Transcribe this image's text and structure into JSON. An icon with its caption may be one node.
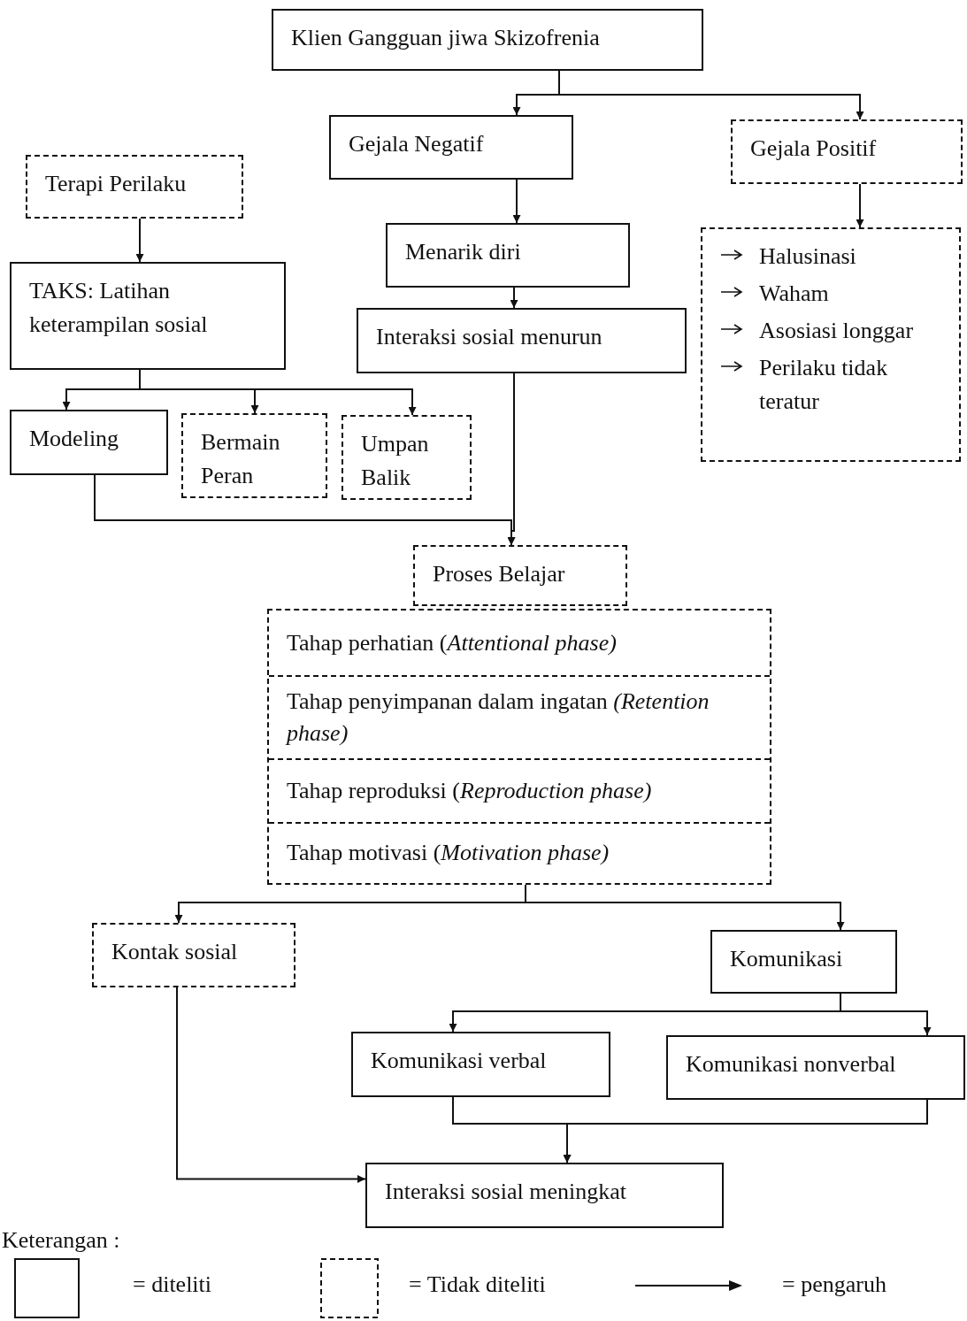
{
  "diagram": {
    "nodes": [
      {
        "text": [
          "Klien Gangguan jiwa Skizofrenia"
        ]
      },
      {
        "text": [
          "Gejala Negatif"
        ]
      },
      {
        "text": [
          "Gejala Positif"
        ]
      },
      {
        "text": [
          "Terapi Perilaku"
        ]
      },
      {
        "text": [
          "Menarik diri"
        ]
      },
      {
        "text": [
          "Halusinasi",
          "Waham",
          "Asosiasi longgar",
          "Perilaku tidak teratur"
        ]
      },
      {
        "text": [
          "TAKS: Latihan keterampilan sosial"
        ]
      },
      {
        "text": [
          "Interaksi sosial menurun"
        ]
      },
      {
        "text": [
          "Modeling"
        ]
      },
      {
        "text": [
          "Bermain Peran"
        ]
      },
      {
        "text": [
          "Umpan Balik"
        ]
      },
      {
        "text": [
          "Proses Belajar"
        ]
      },
      {
        "text": [],
        "shape": "box"
      },
      {
        "text": [
          "Tahap perhatian (*Attentional phase)*"
        ],
        "in": 12
      },
      {
        "text": [
          "Tahap penyimpanan dalam ingatan *(Retention phase)*"
        ],
        "in": 12
      },
      {
        "text": [
          "Tahap reproduksi (*Reproduction phase)*"
        ],
        "in": 12
      },
      {
        "text": [
          "Tahap motivasi (*Motivation phase)*"
        ],
        "in": 12
      },
      {
        "text": [
          "Kontak sosial"
        ]
      },
      {
        "text": [
          "Komunikasi"
        ]
      },
      {
        "text": [
          "Komunikasi verbal"
        ]
      },
      {
        "text": [
          "Komunikasi nonverbal"
        ]
      },
      {
        "text": [
          "Interaksi sosial meningkat"
        ]
      }
    ],
    "edges": [
      {
        "from": 0,
        "to": 1,
        "arrow": "to"
      },
      {
        "from": 0,
        "to": 2,
        "arrow": "to"
      },
      {
        "from": 1,
        "to": 4,
        "arrow": "to"
      },
      {
        "from": 2,
        "to": 5,
        "arrow": "to"
      },
      {
        "from": 3,
        "to": 6,
        "arrow": "to"
      },
      {
        "from": 4,
        "to": 7,
        "arrow": "to"
      },
      {
        "from": 6,
        "to": 8,
        "arrow": "to"
      },
      {
        "from": 6,
        "to": 9,
        "arrow": "to"
      },
      {
        "from": 6,
        "to": 10,
        "arrow": "to"
      },
      {
        "from": 8,
        "to": 11,
        "arrow": "to"
      },
      {
        "from": 7,
        "to": 11,
        "arrow": "to"
      },
      {
        "from": 12,
        "to": 17,
        "arrow": "to"
      },
      {
        "from": 12,
        "to": 18,
        "arrow": "to"
      },
      {
        "from": 18,
        "to": 19,
        "arrow": "to"
      },
      {
        "from": 18,
        "to": 20,
        "arrow": "to"
      },
      {
        "from": 19,
        "to": 21,
        "arrow": "to"
      },
      {
        "from": 20,
        "to": 21,
        "arrow": "to"
      },
      {
        "from": 17,
        "to": 21,
        "arrow": "to"
      }
    ],
    "labels": [
      "Keterangan :"
    ],
    "legend": [
      {
        "text": "= diteliti"
      },
      {
        "text": "= Tidak diteliti"
      },
      {
        "text": "= pengaruh"
      }
    ]
  }
}
